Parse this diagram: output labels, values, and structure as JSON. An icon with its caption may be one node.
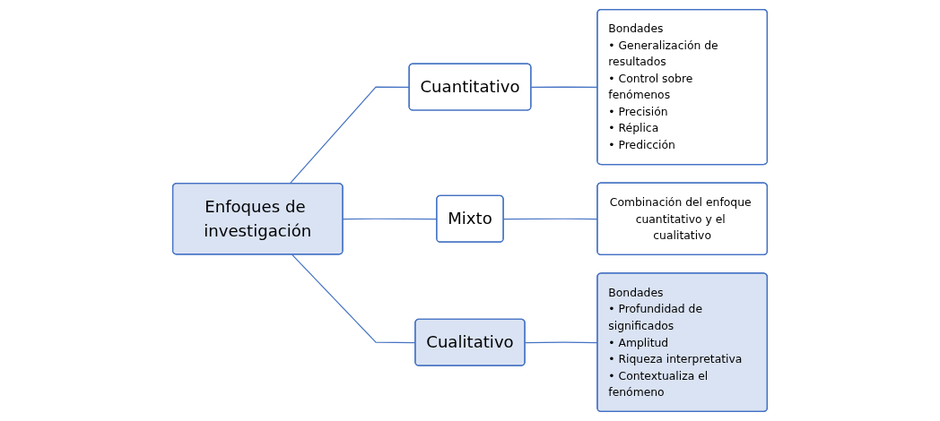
{
  "diagram": {
    "nodes": [
      {
        "text": [
          "Enfoques de investigación"
        ]
      },
      {
        "text": [
          "Cuantitativo"
        ]
      },
      {
        "text": [
          "Mixto"
        ]
      },
      {
        "text": [
          "Cualitativo"
        ]
      },
      {
        "text": [
          "Bondades",
          "• Generalización de resultados",
          "• Control sobre fenómenos",
          "• Precisión",
          "• Réplica",
          "• Predicción"
        ]
      },
      {
        "text": [
          "Combinación del enfoque cuantitativo y el cualitativo"
        ]
      },
      {
        "text": [
          "Bondades",
          "• Profundidad de significados",
          "• Amplitud",
          "• Riqueza interpretativa",
          "• Contextualiza el fenómeno"
        ]
      }
    ],
    "edges": [
      {
        "from": 0,
        "to": 1,
        "arrow": "none"
      },
      {
        "from": 0,
        "to": 2,
        "arrow": "none"
      },
      {
        "from": 0,
        "to": 3,
        "arrow": "none"
      },
      {
        "from": 1,
        "to": 4,
        "arrow": "none"
      },
      {
        "from": 2,
        "to": 5,
        "arrow": "none"
      },
      {
        "from": 3,
        "to": 6,
        "arrow": "none"
      }
    ]
  }
}
